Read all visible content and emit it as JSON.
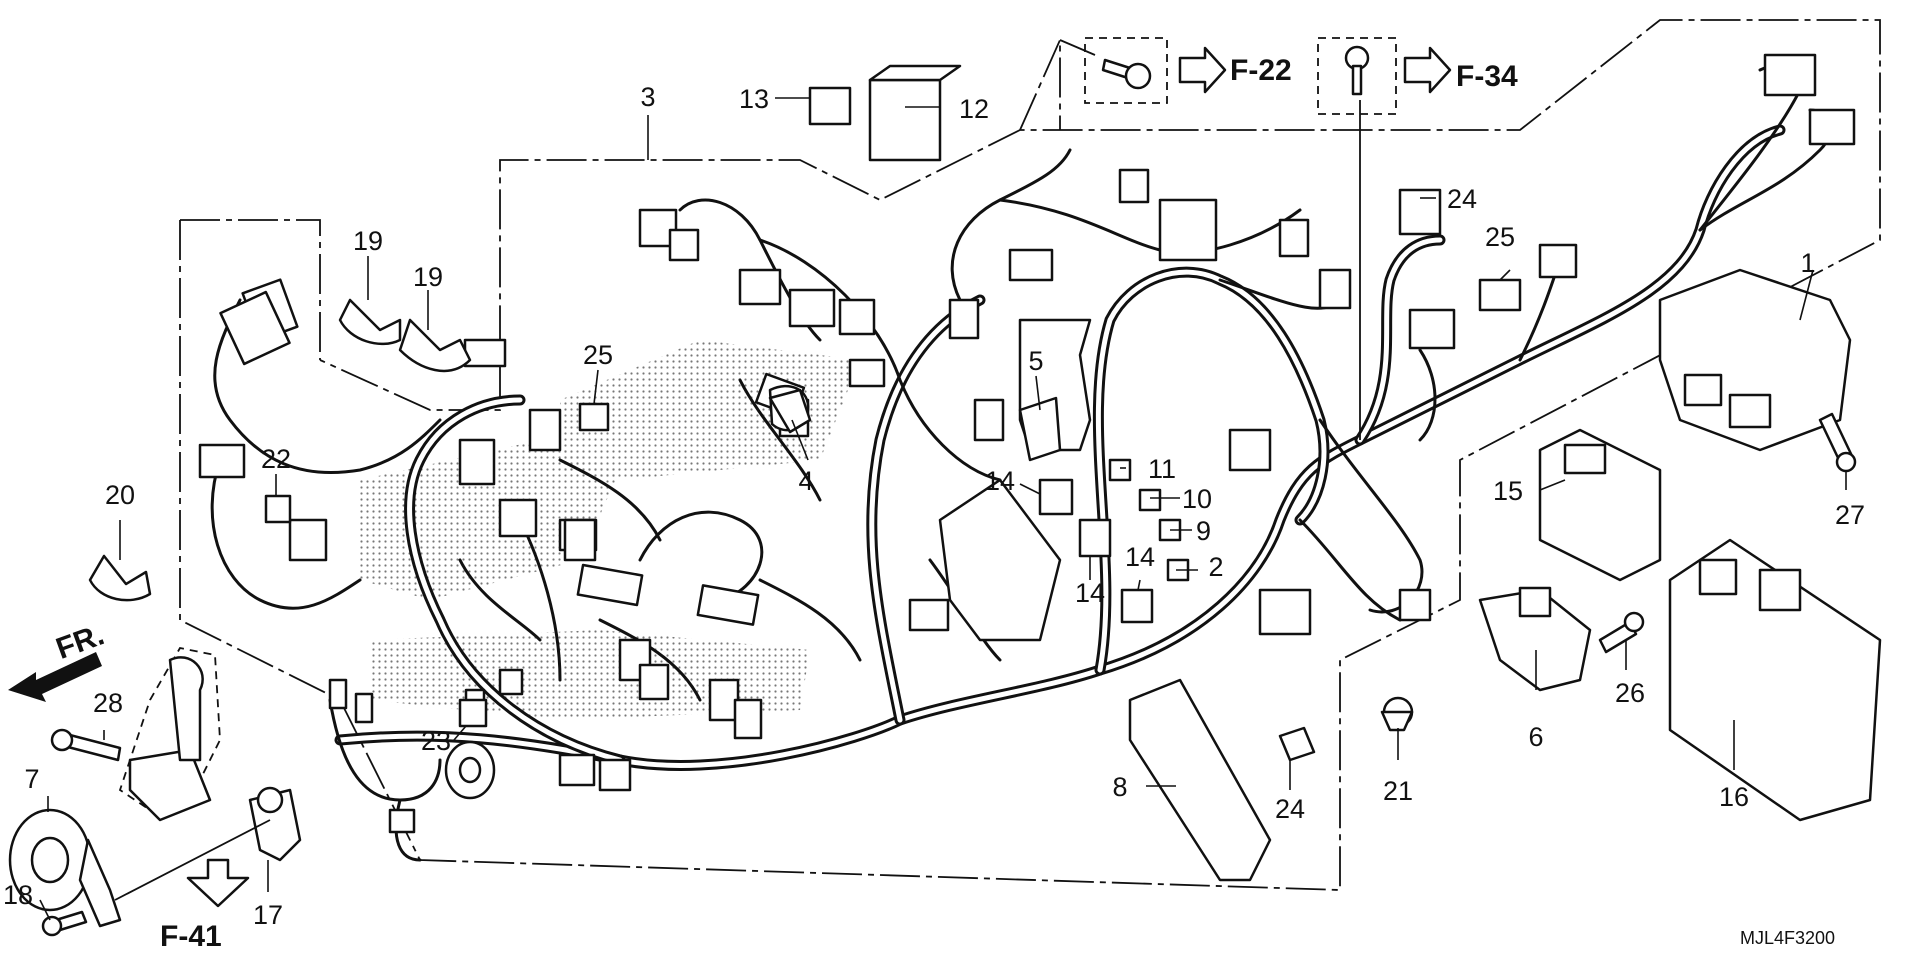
{
  "diagram": {
    "callouts": [
      "1",
      "2",
      "3",
      "4",
      "5",
      "6",
      "7",
      "8",
      "9",
      "10",
      "11",
      "12",
      "13",
      "14",
      "14",
      "14",
      "15",
      "16",
      "17",
      "18",
      "19",
      "19",
      "20",
      "21",
      "22",
      "23",
      "24",
      "24",
      "25",
      "25",
      "26",
      "27",
      "28"
    ],
    "references": {
      "f22": "F-22",
      "f34": "F-34",
      "f41": "F-41"
    },
    "front_arrow_label": "FR.",
    "drawing_code": "MJL4F3200"
  }
}
